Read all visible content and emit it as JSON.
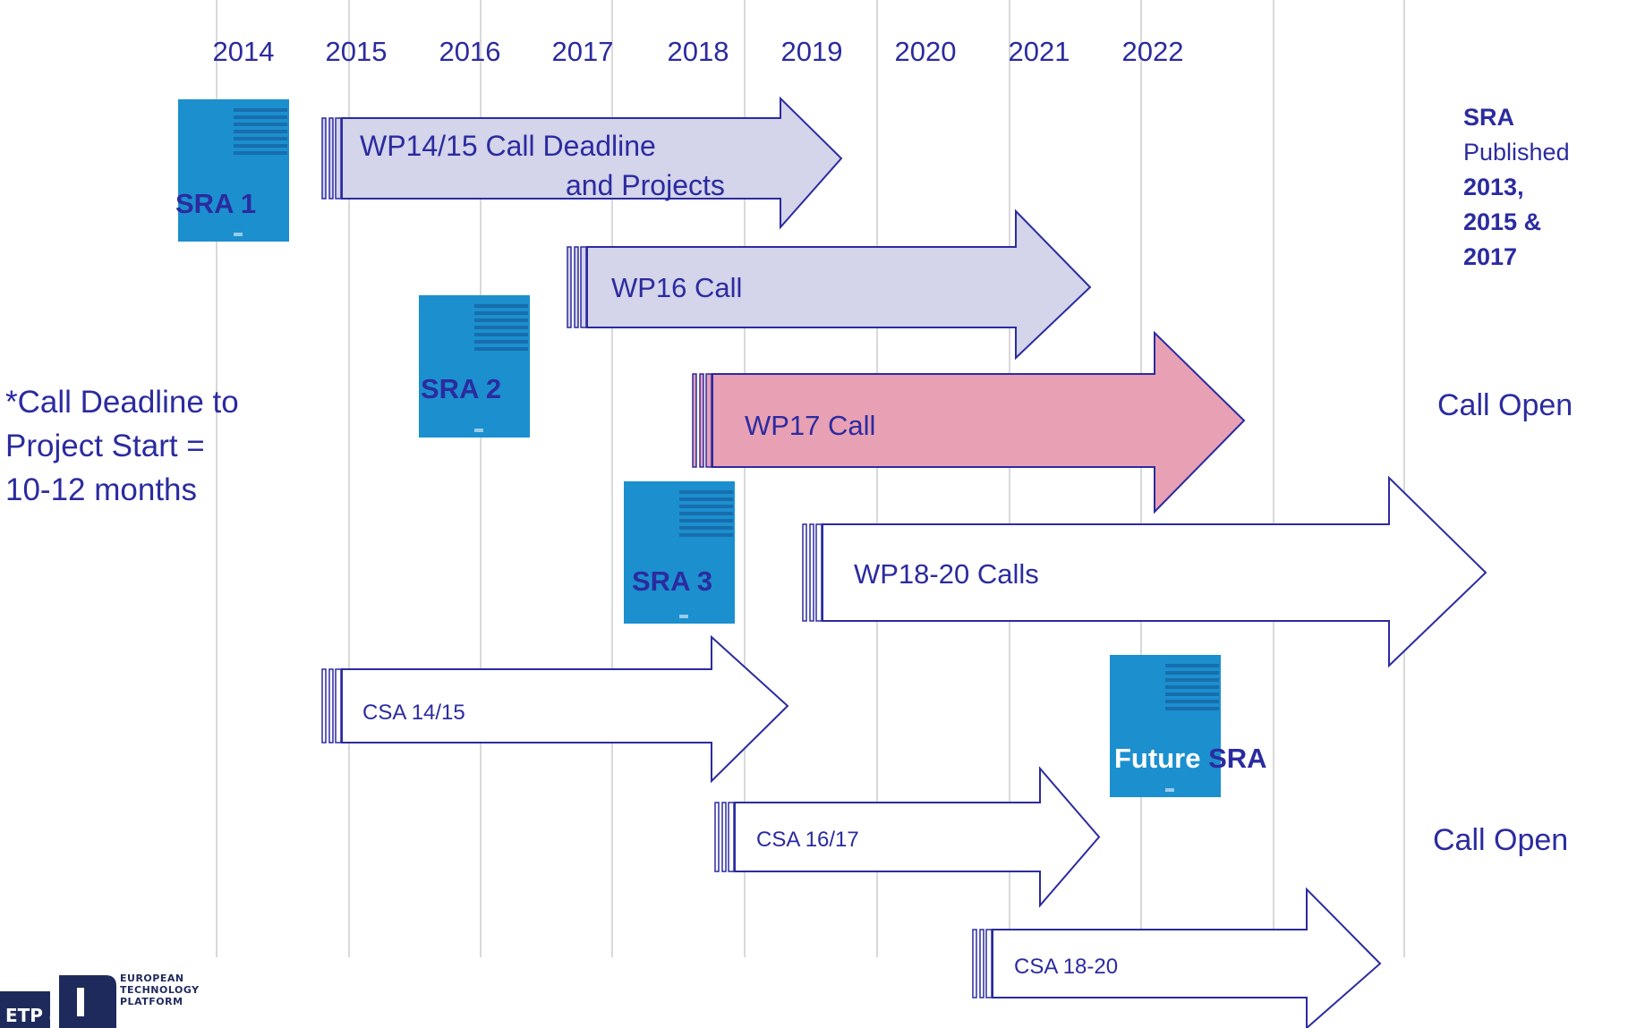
{
  "years": [
    "2014",
    "2015",
    "2016",
    "2017",
    "2018",
    "2019",
    "2020",
    "2021",
    "2022"
  ],
  "colors": {
    "text": "#2b2ba0",
    "arrow_outline": "#2b2ba0",
    "grid": "#d9d9d9",
    "wp_fill": "#d4d4ea",
    "wp17_fill": "#e8a0b4",
    "cover_fill": "#1c8fcf"
  },
  "calls": [
    {
      "label_lines": [
        "WP14/15 Call Deadline",
        "and Projects"
      ],
      "fill": "wp_fill"
    },
    {
      "label_lines": [
        "WP16 Call"
      ],
      "fill": "wp_fill"
    },
    {
      "label_lines": [
        "WP17 Call"
      ],
      "fill": "wp17_fill"
    },
    {
      "label_lines": [
        "WP18-20 Calls"
      ],
      "fill": "none"
    },
    {
      "label_lines": [
        "CSA 14/15"
      ],
      "fill": "none"
    },
    {
      "label_lines": [
        "CSA 16/17"
      ],
      "fill": "none"
    },
    {
      "label_lines": [
        "CSA 18-20"
      ],
      "fill": "none"
    }
  ],
  "sra_covers": [
    {
      "label": "SRA 1"
    },
    {
      "label": "SRA 2"
    },
    {
      "label": "SRA 3"
    },
    {
      "label_prefix": "Future",
      "label": "SRA"
    }
  ],
  "sra_note": {
    "title": "SRA",
    "line2": "Published",
    "line3": "2013,",
    "line4": "2015 &",
    "line5": "2017"
  },
  "call_open_labels": [
    "Call Open",
    "Call Open"
  ],
  "footnote": [
    "*Call Deadline to",
    "Project Start =",
    "10-12 months"
  ],
  "logo": {
    "badge": "ETP 4",
    "words": [
      "EUROPEAN",
      "TECHNOLOGY",
      "PLATFORM"
    ]
  }
}
